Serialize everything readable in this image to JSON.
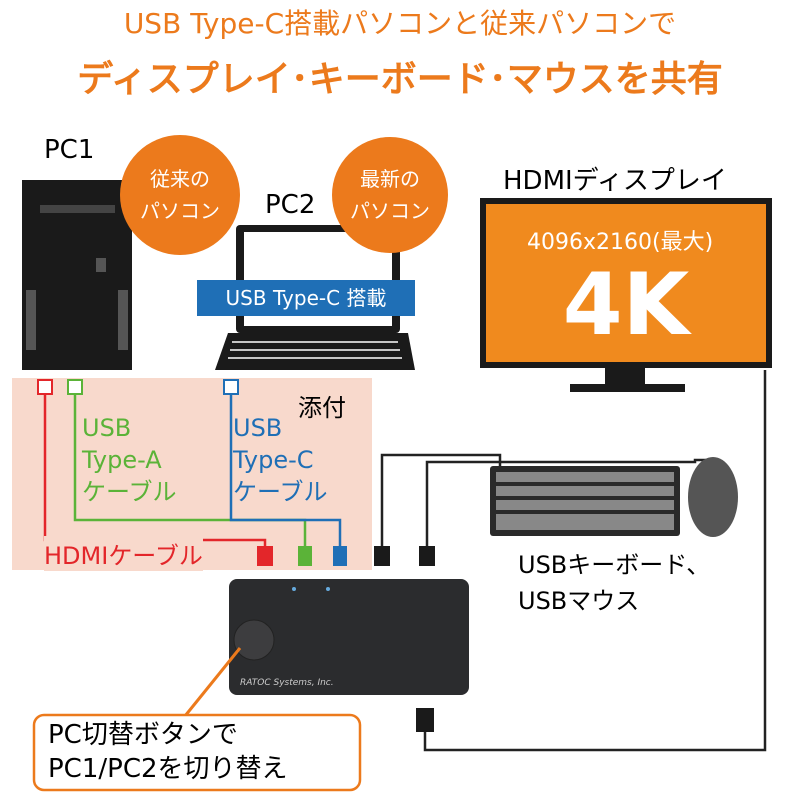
{
  "header": {
    "line1": "USB Type-C搭載パソコンと従来パソコンで",
    "line2": "ディスプレイ･キーボード･マウスを共有"
  },
  "pc1": {
    "label": "PC1",
    "badge_line1": "従来の",
    "badge_line2": "パソコン"
  },
  "pc2": {
    "label": "PC2",
    "badge_line1": "最新の",
    "badge_line2": "パソコン",
    "tag": "USB Type-C 搭載"
  },
  "display": {
    "label": "HDMIディスプレイ",
    "resolution": "4096x2160(最大)",
    "big": "4K"
  },
  "included": {
    "label": "添付",
    "usb_a": [
      "USB",
      "Type-A",
      "ケーブル"
    ],
    "usb_c": [
      "USB",
      "Type-C",
      "ケーブル"
    ],
    "hdmi": "HDMIケーブル"
  },
  "peripherals": {
    "line1": "USBキーボード、",
    "line2": "USBマウス"
  },
  "device": {
    "brand": "RATOC Systems, Inc."
  },
  "callout": {
    "line1": "PC切替ボタンで",
    "line2": "PC1/PC2を切り替え"
  },
  "colors": {
    "orange": "#ec7a1c",
    "blue": "#1f6fb6",
    "red": "#e3262a",
    "green": "#5bb338",
    "pink": "#f8d9cc"
  }
}
